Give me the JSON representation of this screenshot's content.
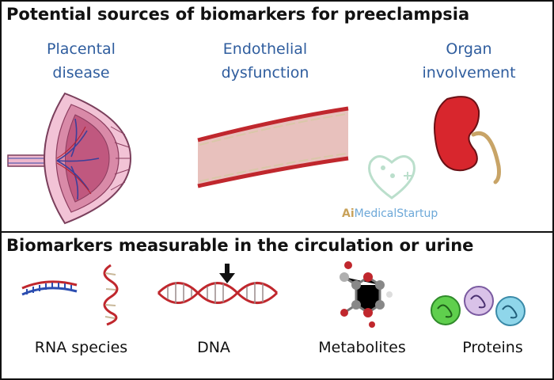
{
  "top_section": {
    "title": "Potential sources of biomarkers for preeclampsia",
    "categories": [
      {
        "label": "Placental\ndisease",
        "icon": "placenta-icon"
      },
      {
        "label": "Endothelial\ndysfunction",
        "icon": "blood-vessel-icon"
      },
      {
        "label": "Organ\ninvolvement",
        "icon": "kidney-icon"
      }
    ]
  },
  "bottom_section": {
    "title": "Biomarkers measurable in the circulation or urine",
    "items": [
      {
        "label": "RNA species",
        "icon": "rna-icon"
      },
      {
        "label": "DNA",
        "icon": "dna-icon"
      },
      {
        "label": "Metabolites",
        "icon": "metabolite-molecule-icon"
      },
      {
        "label": "Proteins",
        "icon": "protein-icon"
      }
    ]
  },
  "watermark": {
    "brand": "AiMedicalStartup",
    "prefix": "Ai",
    "rest": "MedicalStartup"
  },
  "colors": {
    "category_text": "#2f5d9e",
    "vessel_red": "#c0272d",
    "kidney_red": "#d8262d",
    "ureter": "#c8a467"
  }
}
